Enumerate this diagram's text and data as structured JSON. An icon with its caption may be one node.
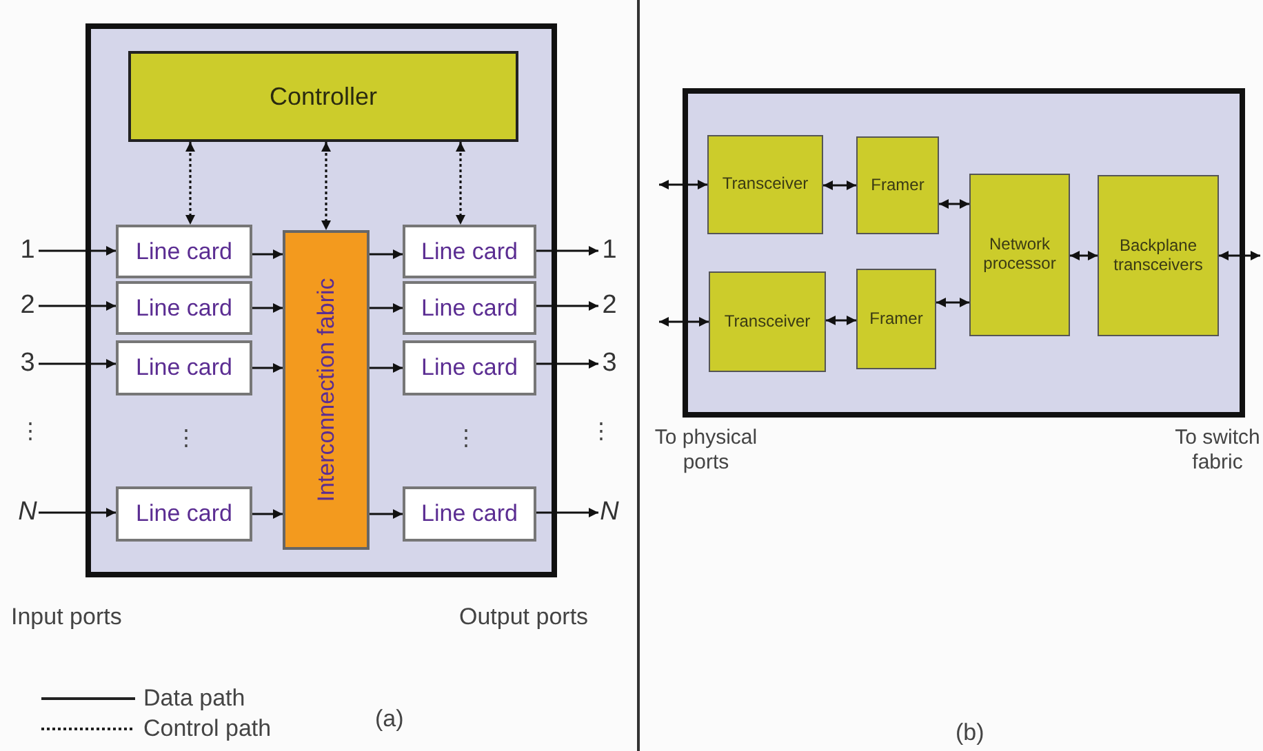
{
  "diagram": {
    "nodes": [
      {
        "text": [],
        "shape": "box"
      },
      {
        "text": [
          "Controller"
        ],
        "in": 0
      },
      {
        "text": [
          "Line card"
        ],
        "in": 0
      },
      {
        "text": [
          "Line card"
        ],
        "in": 0
      },
      {
        "text": [
          "Line card"
        ],
        "in": 0
      },
      {
        "text": [
          "Line card"
        ],
        "in": 0
      },
      {
        "text": [
          "Interconnection fabric"
        ],
        "in": 0
      },
      {
        "text": [
          "Line card"
        ],
        "in": 0
      },
      {
        "text": [
          "Line card"
        ],
        "in": 0
      },
      {
        "text": [
          "Line card"
        ],
        "in": 0
      },
      {
        "text": [
          "Line card"
        ],
        "in": 0
      },
      {
        "text": [
          "1"
        ]
      },
      {
        "text": [
          "2"
        ]
      },
      {
        "text": [
          "3"
        ]
      },
      {
        "text": [
          "N"
        ]
      },
      {
        "text": [
          "1"
        ]
      },
      {
        "text": [
          "2"
        ]
      },
      {
        "text": [
          "3"
        ]
      },
      {
        "text": [
          "N"
        ]
      },
      {
        "text": [],
        "shape": "box"
      },
      {
        "text": [
          "Transceiver"
        ],
        "in": 19
      },
      {
        "text": [
          "Framer"
        ],
        "in": 19
      },
      {
        "text": [
          "Transceiver"
        ],
        "in": 19
      },
      {
        "text": [
          "Framer"
        ],
        "in": 19
      },
      {
        "text": [
          "Network processor"
        ],
        "in": 19
      },
      {
        "text": [
          "Backplane transceivers"
        ],
        "in": 19
      }
    ],
    "edges": [
      {
        "from": 11,
        "to": 2,
        "arrow": "to"
      },
      {
        "from": 12,
        "to": 3,
        "arrow": "to"
      },
      {
        "from": 13,
        "to": 4,
        "arrow": "to"
      },
      {
        "from": 14,
        "to": 5,
        "arrow": "to"
      },
      {
        "from": 2,
        "to": 6,
        "arrow": "to"
      },
      {
        "from": 3,
        "to": 6,
        "arrow": "to"
      },
      {
        "from": 4,
        "to": 6,
        "arrow": "to"
      },
      {
        "from": 5,
        "to": 6,
        "arrow": "to"
      },
      {
        "from": 6,
        "to": 7,
        "arrow": "to"
      },
      {
        "from": 6,
        "to": 8,
        "arrow": "to"
      },
      {
        "from": 6,
        "to": 9,
        "arrow": "to"
      },
      {
        "from": 6,
        "to": 10,
        "arrow": "to"
      },
      {
        "from": 7,
        "to": 15,
        "arrow": "to"
      },
      {
        "from": 8,
        "to": 16,
        "arrow": "to"
      },
      {
        "from": 9,
        "to": 17,
        "arrow": "to"
      },
      {
        "from": 10,
        "to": 18,
        "arrow": "to"
      },
      {
        "from": 1,
        "to": 2,
        "arrow": "both",
        "style": "dashed"
      },
      {
        "from": 1,
        "to": 6,
        "arrow": "both",
        "style": "dashed"
      },
      {
        "from": 1,
        "to": 7,
        "arrow": "both",
        "style": "dashed"
      },
      {
        "from": null,
        "to": 20,
        "arrow": "both"
      },
      {
        "from": 20,
        "to": 21,
        "arrow": "both"
      },
      {
        "from": 21,
        "to": 24,
        "arrow": "both"
      },
      {
        "from": null,
        "to": 22,
        "arrow": "both"
      },
      {
        "from": 22,
        "to": 23,
        "arrow": "both"
      },
      {
        "from": 23,
        "to": 24,
        "arrow": "both"
      },
      {
        "from": 24,
        "to": 25,
        "arrow": "both"
      },
      {
        "from": 25,
        "to": null,
        "arrow": "both"
      }
    ],
    "labels": [
      "⋮",
      "⋮",
      "⋮",
      "⋮",
      "Input ports",
      "Output ports",
      "(a)",
      "To physical ports",
      "To switch fabric",
      "(b)"
    ],
    "legend": [
      {
        "text": "Data path"
      },
      {
        "text": "Control path"
      }
    ]
  }
}
